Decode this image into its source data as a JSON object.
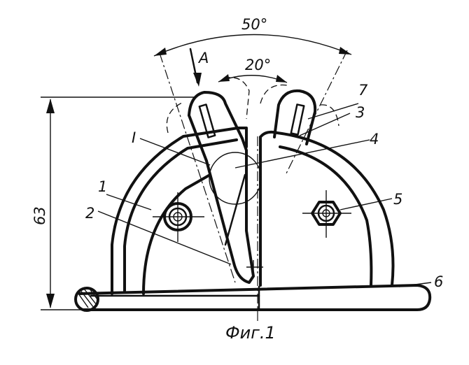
{
  "figure": {
    "caption": "Фиг.1",
    "dimensions": {
      "angle_outer": "50°",
      "angle_inner": "20°",
      "height": "63"
    },
    "view_arrow_label": "A",
    "detail_label": "I",
    "callouts": [
      "1",
      "2",
      "3",
      "4",
      "5",
      "6",
      "7"
    ]
  }
}
